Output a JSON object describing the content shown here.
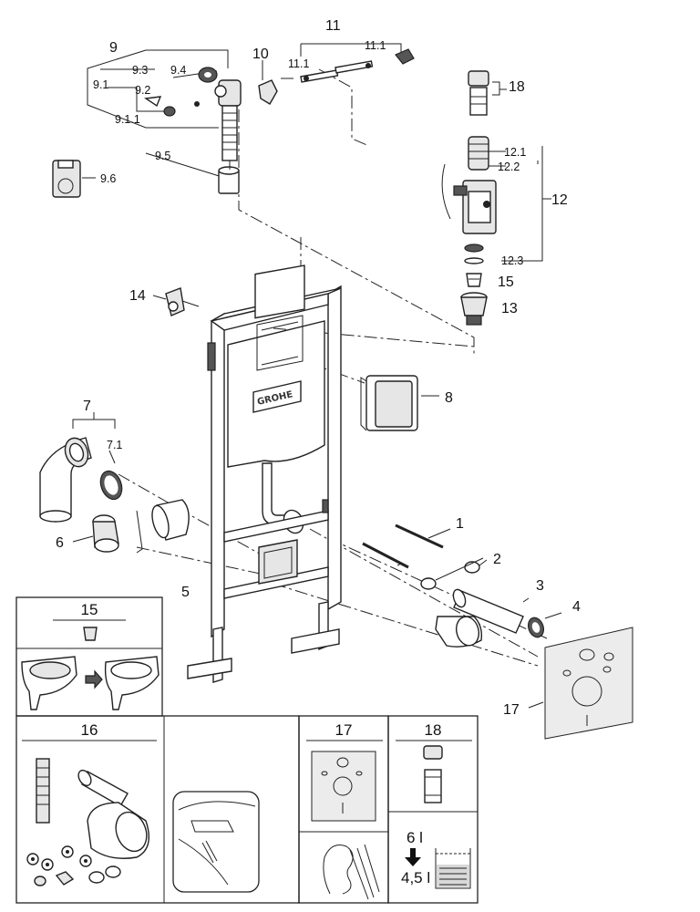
{
  "callouts": {
    "c1": "1",
    "c2": "2",
    "c3": "3",
    "c4": "4",
    "c5": "5",
    "c6": "6",
    "c7": "7",
    "c7_1": "7.1",
    "c8": "8",
    "c9": "9",
    "c9_1": "9.1",
    "c9_1_1": "9.1.1",
    "c9_2": "9.2",
    "c9_3": "9.3",
    "c9_4": "9.4",
    "c9_5": "9.5",
    "c9_6": "9.6",
    "c10": "10",
    "c11": "11",
    "c11_1a": "11.1",
    "c11_1b": "11.1",
    "c12": "12",
    "c12_1": "12.1",
    "c12_2": "12.2",
    "c12_3": "12.3",
    "c13": "13",
    "c14": "14",
    "c15": "15",
    "c17": "17",
    "c18": "18"
  },
  "frame": {
    "brand": "GROHE"
  },
  "panels": {
    "p15": {
      "title": "15"
    },
    "p16": {
      "title": "16"
    },
    "p17": {
      "title": "17"
    },
    "p18": {
      "title": "18"
    },
    "water": {
      "top_value": "6 l",
      "bottom_value": "4,5 l"
    }
  }
}
